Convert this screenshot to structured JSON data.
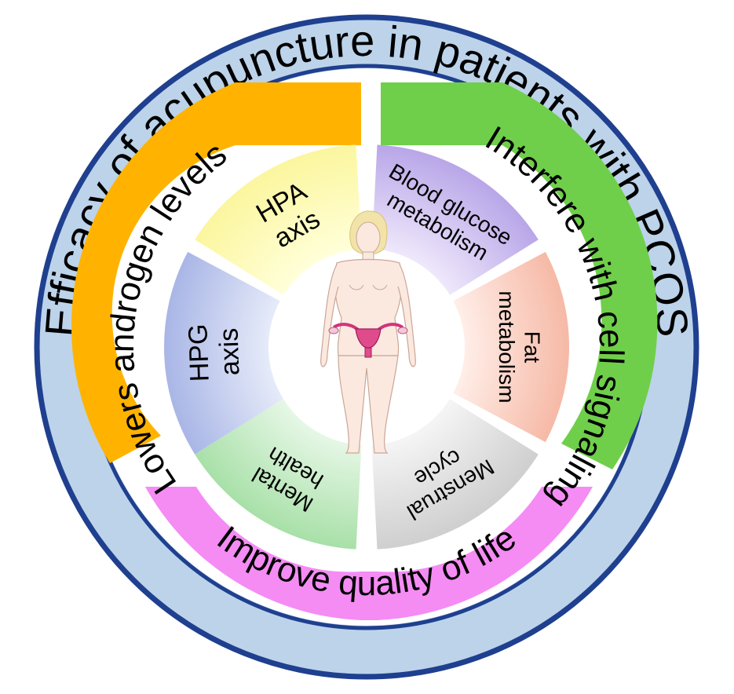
{
  "outer_ring": {
    "title": "Efficacy of acupuncture in patients with PCOS",
    "color": "#bcd3ea"
  },
  "categories": [
    {
      "id": "androgen",
      "label": "Lowers androgen levels",
      "color": "#ffb300"
    },
    {
      "id": "signaling",
      "label": "Interfere with cell signaling",
      "color": "#6fcf4a"
    },
    {
      "id": "quality",
      "label": "Improve quality of life",
      "color": "#f48cf4"
    }
  ],
  "segments": [
    {
      "id": "hpa",
      "lines": [
        "HPA",
        "axis"
      ],
      "category": "androgen",
      "color_inner": "#ffffd9",
      "color_outer": "#fbf69e"
    },
    {
      "id": "hpg",
      "lines": [
        "HPG",
        "axis"
      ],
      "category": "androgen",
      "color_inner": "#e6ebf9",
      "color_outer": "#a9b6e6"
    },
    {
      "id": "blood",
      "lines": [
        "Blood glucose",
        "metabolism"
      ],
      "category": "signaling",
      "color_inner": "#efe8fb",
      "color_outer": "#b8a6e8"
    },
    {
      "id": "fat",
      "lines": [
        "Fat",
        "metabolism"
      ],
      "category": "signaling",
      "color_inner": "#ffeee8",
      "color_outer": "#f6b9a6"
    },
    {
      "id": "menstrual",
      "lines": [
        "Menstrual",
        "cycle"
      ],
      "category": "quality",
      "color_inner": "#f5f5f5",
      "color_outer": "#cfcfcf"
    },
    {
      "id": "mental",
      "lines": [
        "Mental",
        "health"
      ],
      "category": "quality",
      "color_inner": "#e6f7e6",
      "color_outer": "#a8e0a8"
    }
  ],
  "center_figure": {
    "icon": "female-body-uterus-icon"
  }
}
